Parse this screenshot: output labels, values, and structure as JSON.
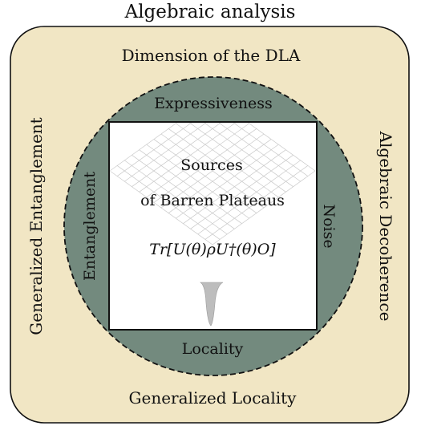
{
  "title": "Algebraic analysis",
  "outer_labels": {
    "top": "Dimension of the DLA",
    "left": "Generalized Entanglement",
    "right": "Algebraic Decoherence",
    "bottom": "Generalized Locality"
  },
  "ring_labels": {
    "top": "Expressiveness",
    "left": "Entanglement",
    "right": "Noise",
    "bottom": "Locality"
  },
  "center": {
    "line1": "Sources",
    "line2": "of Barren Plateaus",
    "formula": "Tr[U(θ)ρU†(θ)O]"
  },
  "colors": {
    "outer_fill": "#f1e6c4",
    "ring_fill": "#738a7e",
    "inner_fill": "#ffffff",
    "mesh": "#c9c9c9",
    "dip": "#bdbdbd"
  }
}
